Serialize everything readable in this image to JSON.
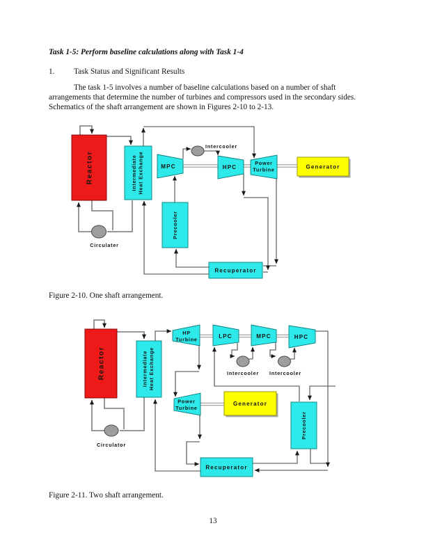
{
  "document": {
    "title": "Task 1-5: Perform baseline calculations along with Task 1-4",
    "section": {
      "number": "1.",
      "heading": "Task Status and Significant Results"
    },
    "paragraph": "The task 1-5 involves a number of baseline calculations based on a number of shaft arrangements that determine the number of turbines and compressors used in the secondary sides. Schematics of the shaft arrangement are shown in Figures 2-10 to 2-13.",
    "page_number": "13"
  },
  "figure_2_10": {
    "caption": "Figure 2-10. One shaft arrangement.",
    "labels": {
      "reactor": "Reactor",
      "ihx_line1": "Intermediate",
      "ihx_line2": "Heat Exchange",
      "mpc": "MPC",
      "hpc": "HPC",
      "power_turbine_line1": "Power",
      "power_turbine_line2": "Turbine",
      "generator": "Generator",
      "intercooler": "Intercooler",
      "precooler": "Precooler",
      "recuperator": "Recuperator",
      "circulator": "Circulater"
    }
  },
  "figure_2_11": {
    "caption": "Figure 2-11. Two shaft arrangement.",
    "labels": {
      "reactor": "Reactor",
      "ihx_line1": "Intermediate",
      "ihx_line2": "Heat Exchange",
      "hp_turbine_line1": "HP",
      "hp_turbine_line2": "Turbine",
      "lpc": "LPC",
      "mpc": "MPC",
      "hpc": "HPC",
      "intercooler_1": "Intercooler",
      "intercooler_2": "Intercooler",
      "power_turbine_line1": "Power",
      "power_turbine_line2": "Turbine",
      "generator": "Generator",
      "precooler": "Precooler",
      "recuperator": "Recuperator",
      "circulator": "Circulator"
    }
  },
  "colors": {
    "reactor_red": "#ee1a1a",
    "component_cyan": "#2ee9e9",
    "generator_yellow": "#ffff00",
    "pump_gray": "#9e9e9e"
  }
}
